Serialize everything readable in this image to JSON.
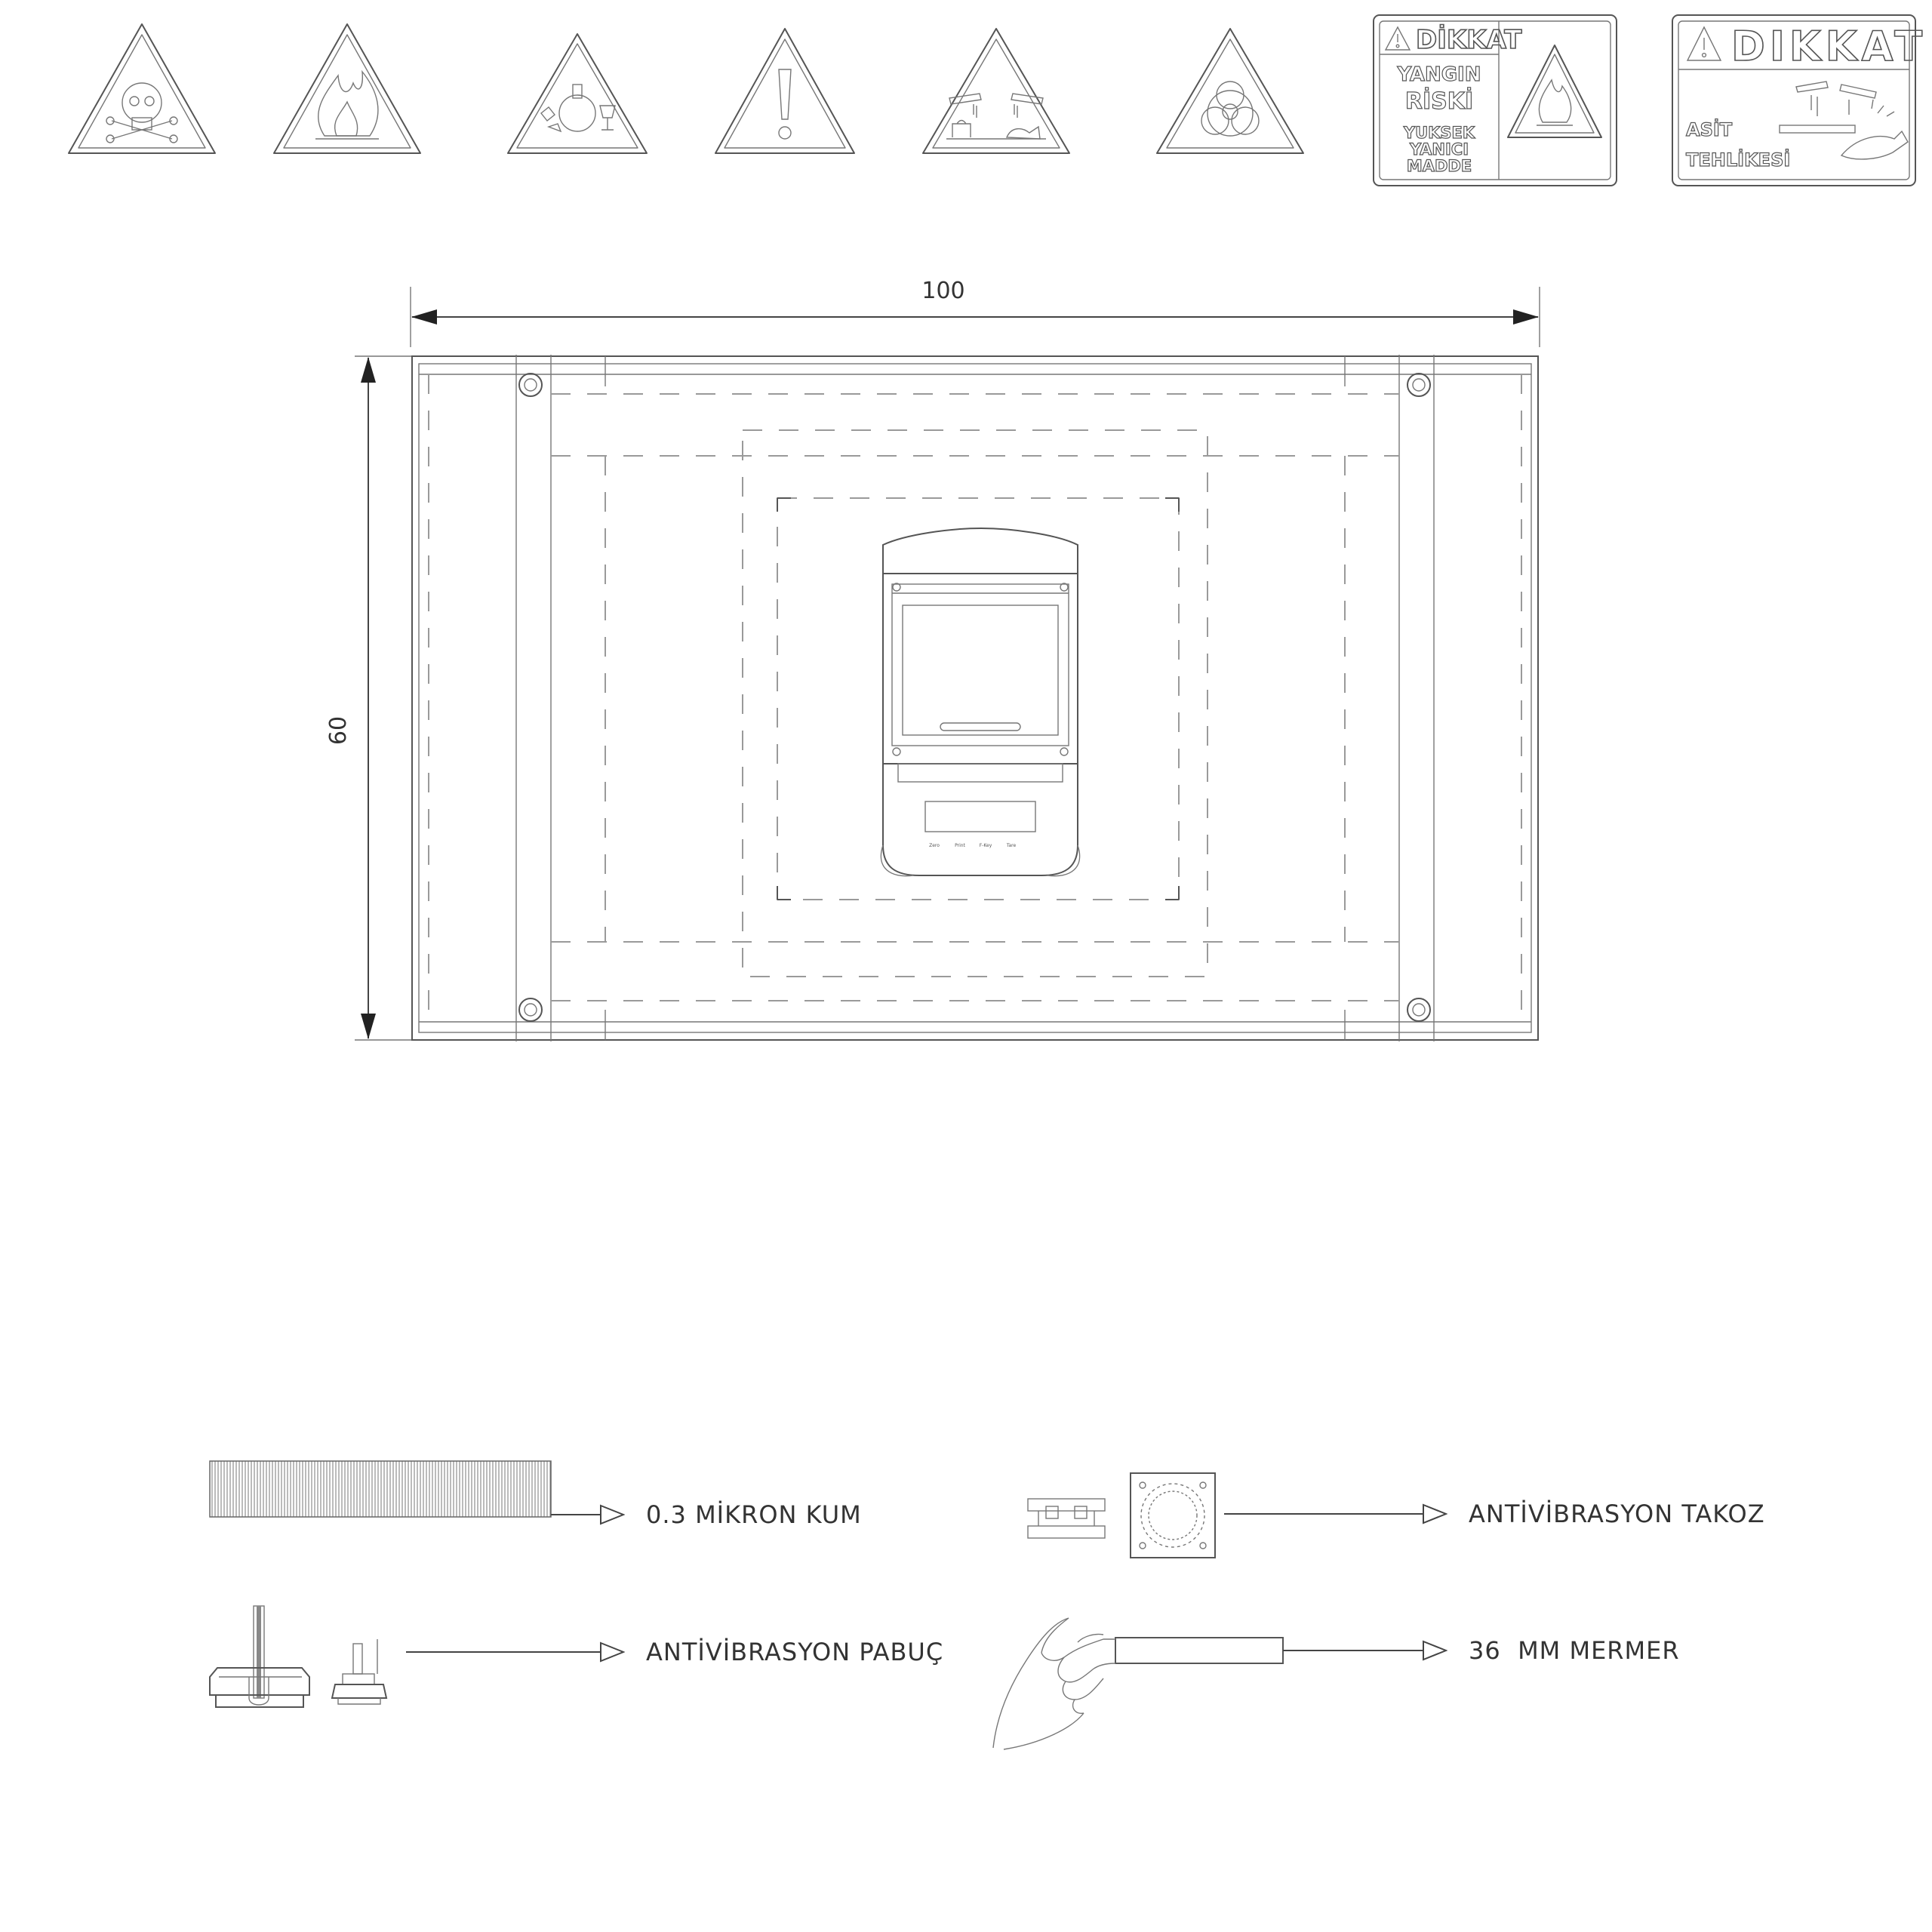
{
  "hazard_icons": [
    {
      "icon": "toxic-skull-icon"
    },
    {
      "icon": "flammable-flame-icon"
    },
    {
      "icon": "glass-breakage-icon"
    },
    {
      "icon": "exclamation-warning-icon"
    },
    {
      "icon": "corrosive-icon"
    },
    {
      "icon": "biohazard-icon"
    }
  ],
  "signs": {
    "fire": {
      "title": "DİKKAT",
      "lines": [
        "YANGIN",
        "RİSKİ",
        "YUKSEK",
        "YANICI",
        "MADDE"
      ]
    },
    "acid": {
      "title": "DIKKAT",
      "lines": [
        "ASİT",
        "TEHLİKESİ"
      ]
    }
  },
  "plan": {
    "width_label": "100",
    "height_label": "60",
    "balance_buttons": [
      "Zero",
      "Print",
      "F-Key",
      "Tare"
    ]
  },
  "legend": [
    {
      "label": "0.3 MİKRON KUM",
      "icon": "sand-layer-icon"
    },
    {
      "label": "ANTİVİBRASYON TAKOZ",
      "icon": "antivibration-pad-icon"
    },
    {
      "label": "ANTİVİBRASYON PABUÇ",
      "icon": "leveling-foot-icon"
    },
    {
      "label": "36  MM MERMER",
      "icon": "marble-slab-icon"
    }
  ],
  "colors": {
    "line": "#555555",
    "dash": "#9a9a9a",
    "text": "#333333"
  }
}
